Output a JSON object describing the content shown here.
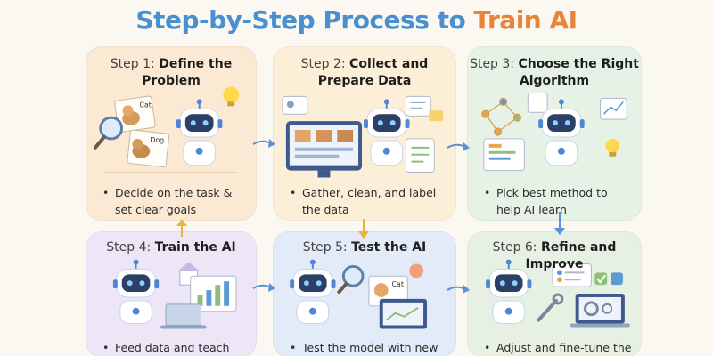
{
  "title": {
    "part1": "Step-by-Step Process to ",
    "part2": "Train AI"
  },
  "steps": [
    {
      "prefix": "Step 1: ",
      "name": "Define the Problem",
      "bullet": "Decide on the task & set clear goals",
      "tags": [
        "Cat",
        "Dog"
      ]
    },
    {
      "prefix": "Step 2: ",
      "name": "Collect and Prepare Data",
      "bullet": "Gather, clean, and label the data"
    },
    {
      "prefix": "Step 3: ",
      "name": "Choose the Right Algorithm",
      "bullet": "Pick best method to help AI learn"
    },
    {
      "prefix": "Step 4: ",
      "name": "Train the AI",
      "bullet": "Feed data and teach the AI"
    },
    {
      "prefix": "Step 5: ",
      "name": "Test the AI",
      "bullet": "Test the model with new data",
      "tags": [
        "Cat"
      ]
    },
    {
      "prefix": "Step 6: ",
      "name": "Refine and Improve",
      "bullet": "Adjust and fine-tune the AI"
    }
  ],
  "colors": {
    "title_blue": "#4a90d0",
    "title_orange": "#e8843a",
    "robot_blue": "#4f86d6",
    "arrow_blue": "#5b8fd6",
    "arrow_yellow": "#e9b23a"
  }
}
